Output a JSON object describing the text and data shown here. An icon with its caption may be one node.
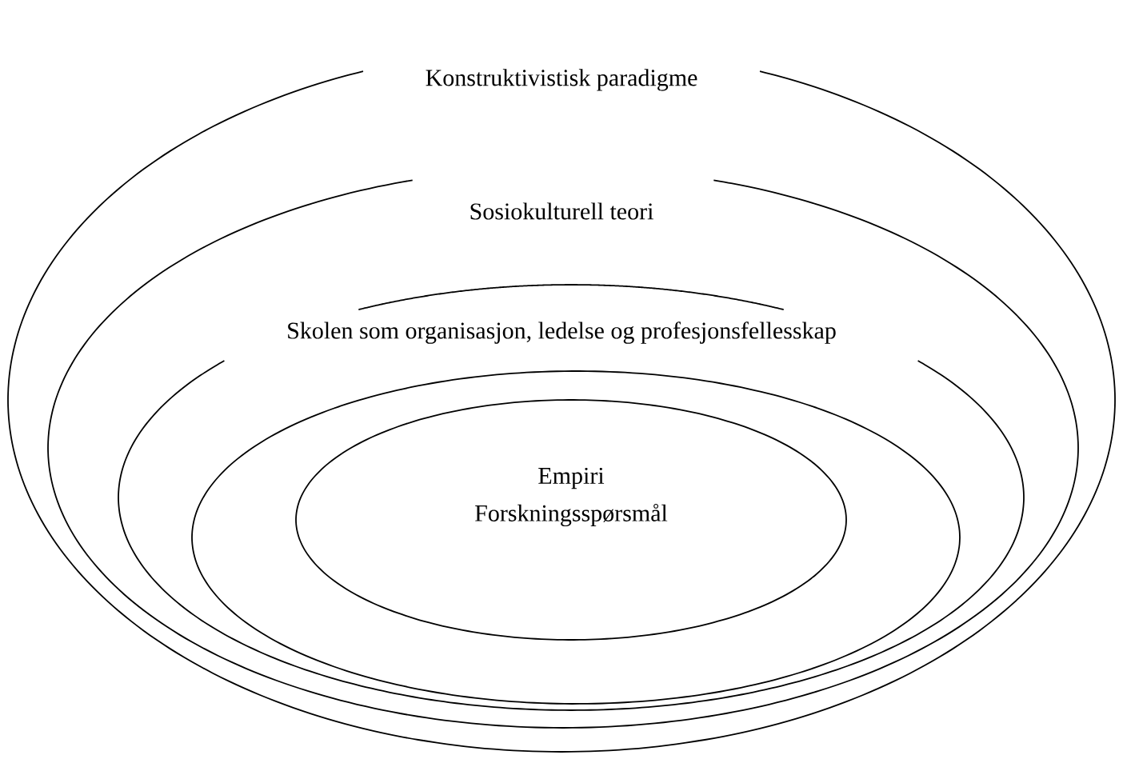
{
  "diagram": {
    "nodes": [
      {
        "text": [
          "Konstruktivistisk paradigme"
        ]
      },
      {
        "text": [
          "Sosiokulturell teori"
        ],
        "in": 0
      },
      {
        "text": [
          "Skolen som organisasjon, ledelse og profesjonsfellesskap"
        ],
        "in": 1
      },
      {
        "text": [],
        "shape": "ellipse",
        "in": 2
      },
      {
        "text": [
          "Empiri",
          "Forskningsspørsmål"
        ],
        "in": 3
      }
    ]
  }
}
